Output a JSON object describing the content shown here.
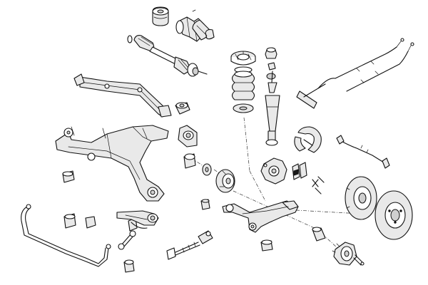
{
  "diagram": {
    "line_color": "#111111",
    "fill_color": "#e9e9e9",
    "background": "#ffffff",
    "parts": [
      "bump-stop",
      "cv-joint-boot-kit",
      "drive-shaft",
      "upper-strut-mount",
      "mount-nut",
      "dust-cover",
      "hand-brake-cables",
      "rear-axle-mount-bracket",
      "rubber-bushing",
      "bushing-holder",
      "brake-shoe-set",
      "wear-sensor",
      "subframe-crossmember",
      "small-bushing",
      "wheel-bearing-kit",
      "brake-carrier",
      "brake-pad-set",
      "pad-retainer-clips",
      "shock-absorber",
      "brake-disc",
      "stabilizer-bar",
      "stabilizer-bushings",
      "coupling-link",
      "control-arm",
      "track-rod",
      "wheel-hub"
    ]
  }
}
